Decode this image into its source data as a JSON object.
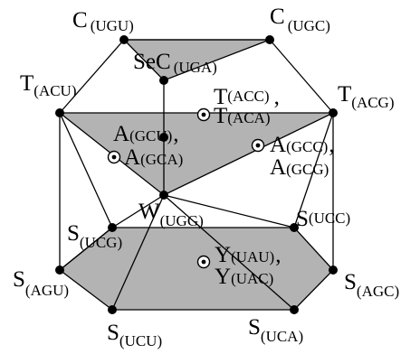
{
  "vertices": {
    "c_ugu": {
      "letter": "C",
      "codon": "(UGU)"
    },
    "c_ugc": {
      "letter": "C",
      "codon": "(UGC)"
    },
    "sec_uga": {
      "letter": "SeC",
      "codon": "(UGA)"
    },
    "t_acu": {
      "letter": "T",
      "codon": "(ACU)"
    },
    "t_acg": {
      "letter": "T",
      "codon": "(ACG)"
    },
    "t_acc": {
      "letter": "T",
      "codon": "(ACC)",
      "suffix": ","
    },
    "t_aca": {
      "letter": "T",
      "codon": "(ACA)"
    },
    "a_gcu": {
      "letter": "A",
      "codon": "(GCU)",
      "suffix": ","
    },
    "a_gca": {
      "letter": "A",
      "codon": "(GCA)"
    },
    "a_gcc": {
      "letter": "A",
      "codon": "(GCC)",
      "suffix": ","
    },
    "a_gcg": {
      "letter": "A",
      "codon": "(GCG)"
    },
    "w_ugg": {
      "letter": "W",
      "codon": "(UGG)"
    },
    "s_ucg": {
      "letter": "S",
      "codon": "(UCG)"
    },
    "s_ucc": {
      "letter": "S",
      "codon": "(UCC)"
    },
    "y_uau": {
      "letter": "Y",
      "codon": "(UAU)",
      "suffix": ","
    },
    "y_uac": {
      "letter": "Y",
      "codon": "(UAC)"
    },
    "s_agu": {
      "letter": "S",
      "codon": "(AGU)"
    },
    "s_agc": {
      "letter": "S",
      "codon": "(AGC)"
    },
    "s_ucu": {
      "letter": "S",
      "codon": "(UCU)"
    },
    "s_uca": {
      "letter": "S",
      "codon": "(UCA)"
    }
  },
  "colors": {
    "face_fill": "#b3b3b3",
    "line": "#000000",
    "background": "#ffffff"
  }
}
